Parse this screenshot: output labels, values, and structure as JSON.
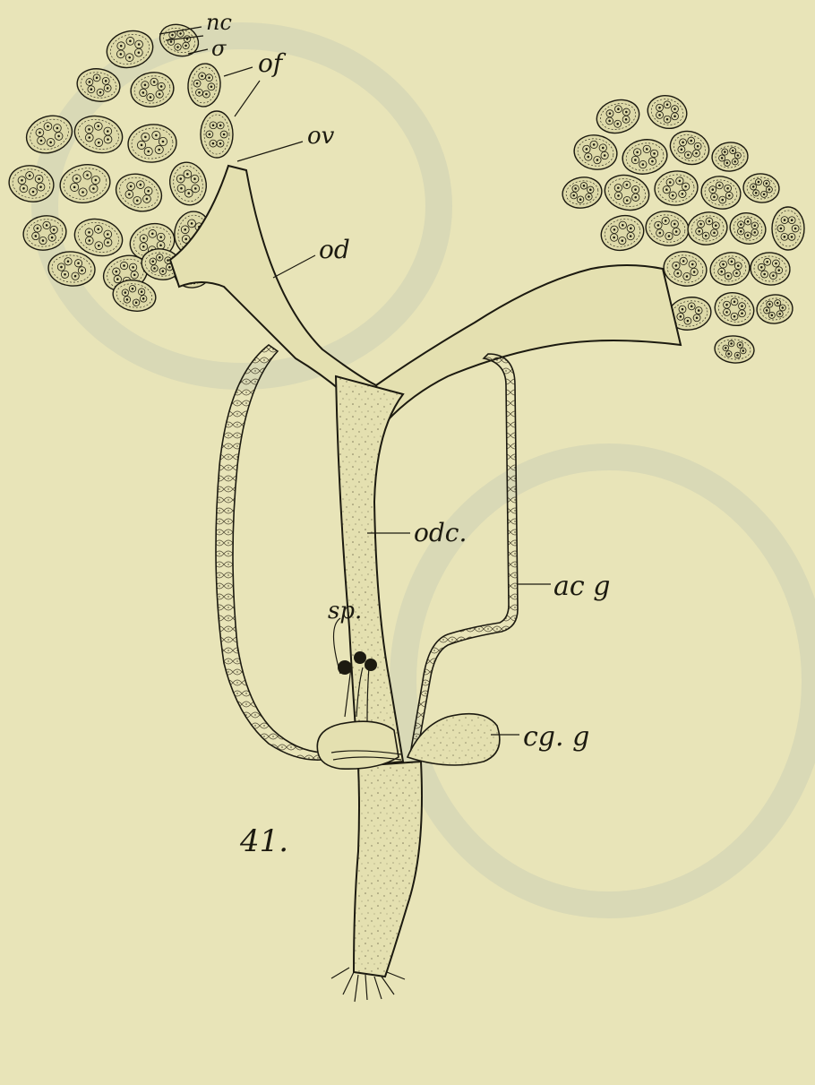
{
  "figure": {
    "number": "41.",
    "labels": {
      "nc": "nc",
      "o": "σ",
      "of": "of",
      "ov": "ov",
      "od": "od",
      "odc": "odc.",
      "acg": "ac g",
      "sp": "sp.",
      "cgg": "cg. g"
    }
  },
  "colors": {
    "paper": "#e8e4b8",
    "ink": "#1c1a10",
    "follicle": "#ddd9a8",
    "duct": "#e4e0b0",
    "ghost": "#c8ccb4"
  }
}
